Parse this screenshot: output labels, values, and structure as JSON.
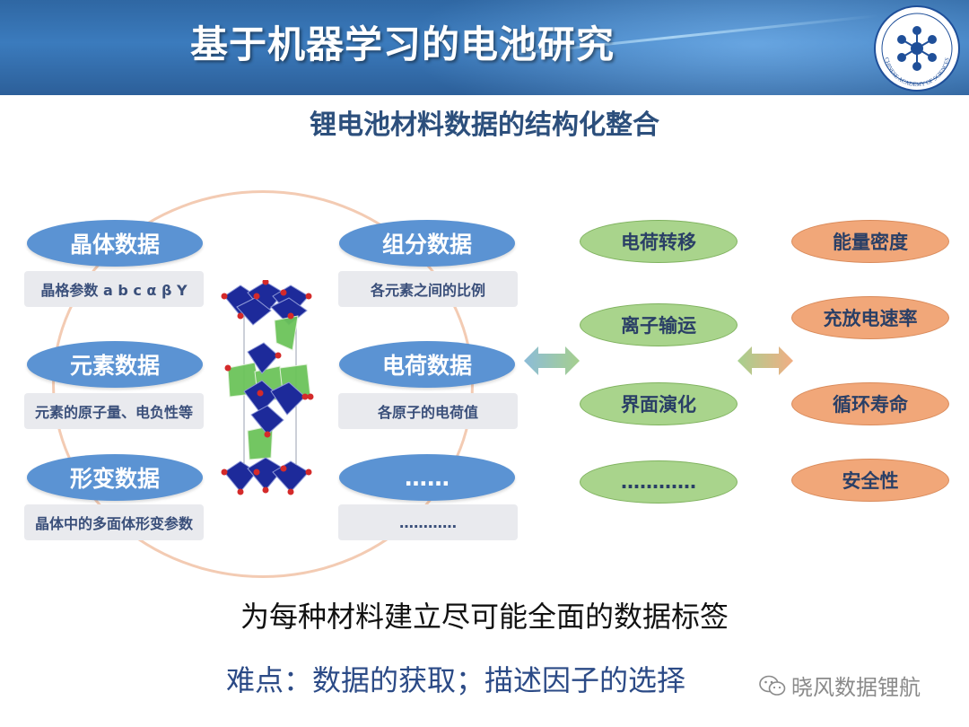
{
  "header": {
    "title": "基于机器学习的电池研究",
    "logo_icon": "chinese-academy-of-sciences-logo",
    "logo_text": "CHINESE ACADEMY OF SCIENCES"
  },
  "subtitle": "锂电池材料数据的结构化整合",
  "data_categories": [
    {
      "label": "晶体数据",
      "desc": "晶格参数 a b c α β Y"
    },
    {
      "label": "元素数据",
      "desc": "元素的原子量、电负性等"
    },
    {
      "label": "形变数据",
      "desc": "晶体中的多面体形变参数"
    },
    {
      "label": "组分数据",
      "desc": "各元素之间的比例"
    },
    {
      "label": "电荷数据",
      "desc": "各原子的电荷值"
    },
    {
      "label": "……",
      "desc": "…………"
    }
  ],
  "mechanisms": [
    "电荷转移",
    "离子输运",
    "界面演化",
    "…………"
  ],
  "performance": [
    "能量密度",
    "充放电速率",
    "循环寿命",
    "安全性"
  ],
  "footer": {
    "main": "为每种材料建立尽可能全面的数据标签",
    "difficulty": "难点：数据的获取；描述因子的选择",
    "watermark": "晓风数据锂航"
  },
  "colors": {
    "header_blue": "#3b7bbd",
    "pill_blue": "#5b93d3",
    "pill_green": "#a9d48c",
    "pill_orange": "#f1a779",
    "ring": "#f3cbb3"
  }
}
